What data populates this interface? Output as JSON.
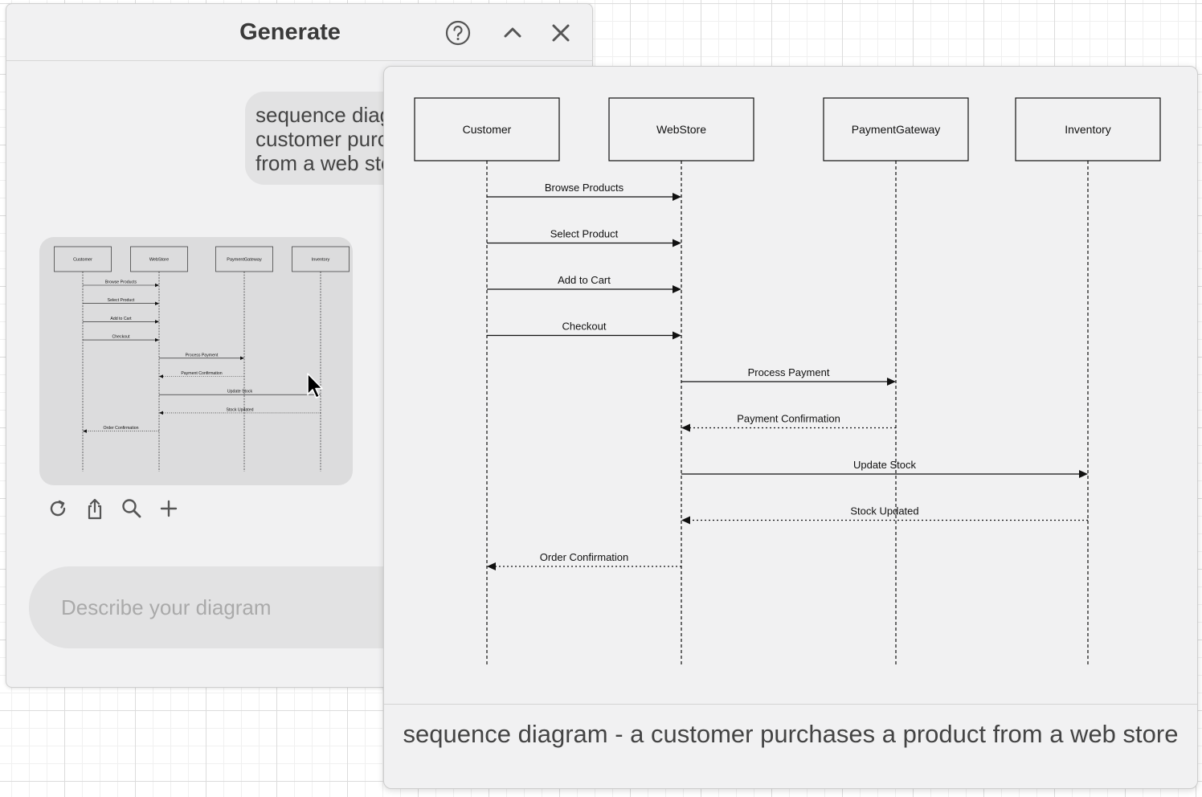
{
  "generate_panel": {
    "title": "Generate",
    "icons": {
      "help": "help-circle-icon",
      "collapse": "chevron-up-icon",
      "close": "close-icon"
    },
    "user_message": "sequence diagram - a\ncustomer purchases a product\nfrom a web store",
    "toolbar_icons": [
      "refresh-icon",
      "share-icon",
      "search-icon",
      "plus-icon"
    ],
    "input": {
      "placeholder": "Describe your diagram",
      "value": ""
    }
  },
  "preview": {
    "caption": "sequence diagram - a customer purchases a product from a web store"
  },
  "diagram": {
    "participants": [
      "Customer",
      "WebStore",
      "PaymentGateway",
      "Inventory"
    ],
    "messages": [
      {
        "from": 0,
        "to": 1,
        "label": "Browse Products",
        "style": "solid"
      },
      {
        "from": 0,
        "to": 1,
        "label": "Select Product",
        "style": "solid"
      },
      {
        "from": 0,
        "to": 1,
        "label": "Add to Cart",
        "style": "solid"
      },
      {
        "from": 0,
        "to": 1,
        "label": "Checkout",
        "style": "solid"
      },
      {
        "from": 1,
        "to": 2,
        "label": "Process Payment",
        "style": "solid"
      },
      {
        "from": 2,
        "to": 1,
        "label": "Payment Confirmation",
        "style": "dotted"
      },
      {
        "from": 1,
        "to": 3,
        "label": "Update Stock",
        "style": "solid"
      },
      {
        "from": 3,
        "to": 1,
        "label": "Stock Updated",
        "style": "dotted"
      },
      {
        "from": 1,
        "to": 0,
        "label": "Order Confirmation",
        "style": "dotted"
      }
    ]
  },
  "colors": {
    "panel_bg": "#f1f1f2",
    "bubble_bg": "#e2e2e3",
    "thumb_bg": "#dcdcdd",
    "line": "#111111"
  }
}
